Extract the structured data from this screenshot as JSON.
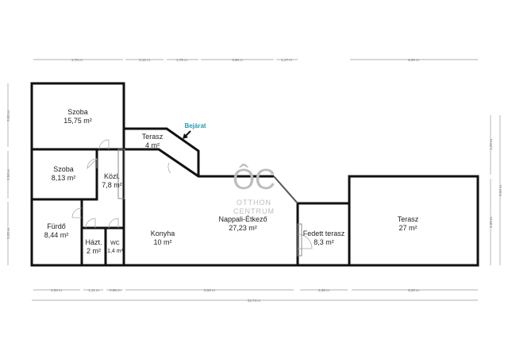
{
  "entrance": {
    "label": "Bejárat",
    "color": "#2a9bb0"
  },
  "logo": {
    "line1": "OTTHON",
    "line2": "CENTRUM",
    "mark": "ÔC",
    "color": "#b5b5b5"
  },
  "rooms": {
    "szoba1": {
      "name": "Szoba",
      "area": "15,75 m²"
    },
    "szoba2": {
      "name": "Szoba",
      "area": "8,13 m²"
    },
    "kozl": {
      "name": "Közl.",
      "area": "7,8 m²"
    },
    "furdo": {
      "name": "Fürdő",
      "area": "8,44 m²"
    },
    "hazt": {
      "name": "Házt.",
      "area": "2 m²"
    },
    "wc": {
      "name": "WC",
      "area": "1,4 m²"
    },
    "terasz_small": {
      "name": "Terasz",
      "area": "4 m²"
    },
    "konyha": {
      "name": "Konyha",
      "area": "10 m²"
    },
    "nappali": {
      "name": "Nappali-Étkező",
      "area": "27,23 m²"
    },
    "fedett": {
      "name": "Fedett terasz",
      "area": "8,3 m²"
    },
    "terasz_big": {
      "name": "Terasz",
      "area": "27 m²"
    }
  },
  "dimensions": {
    "top": [
      "4,70 m",
      "2,12 m",
      "1,76 m",
      "3,68 m",
      "1,17 m",
      "6,00 m"
    ],
    "bottom": [
      "2,53 m",
      "1,11 m",
      "0,86 m",
      "8,93 m",
      "2,65 m",
      "6,00 m"
    ],
    "total": "22,74 m",
    "left": [
      "3,05 m",
      "2,56 m",
      "3,25 m"
    ],
    "right_inner": [
      "1,26 m",
      "4,50 m"
    ],
    "right_outer": "5,93 m"
  }
}
